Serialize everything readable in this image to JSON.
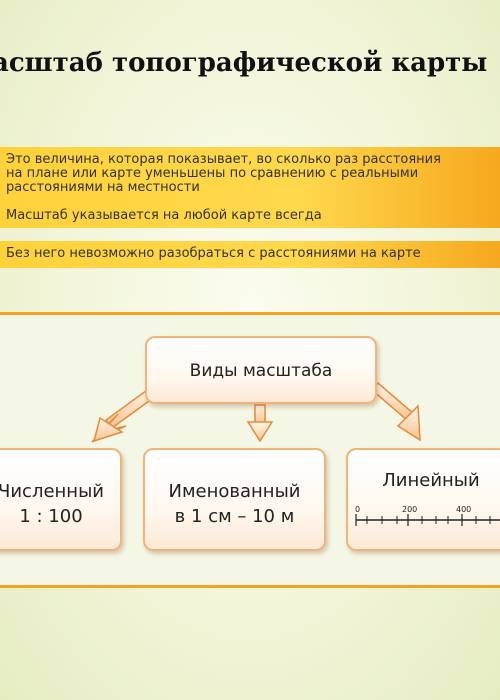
{
  "title": "асштаб топографической карты",
  "bands": [
    {
      "lines": [
        "Это величина, которая показывает, во сколько раз расстояния",
        "на плане или карте уменьшены по сравнению с реальными",
        "расстояниями на местности"
      ]
    },
    {
      "lines": [
        "Масштаб указывается на любой карте всегда"
      ]
    },
    {
      "lines": [
        "Без него невозможно разобраться с расстояниями на карте"
      ]
    }
  ],
  "diagram": {
    "root": "Виды масштаба",
    "types": [
      {
        "name": "Численный",
        "example": "1 : 100"
      },
      {
        "name": "Именованный",
        "example": "в 1 см – 10 м"
      },
      {
        "name": "Линейный",
        "ticks": [
          "0",
          "200",
          "400"
        ]
      }
    ]
  },
  "colors": {
    "accent": "#f3a321",
    "band": "#ffd23a"
  }
}
